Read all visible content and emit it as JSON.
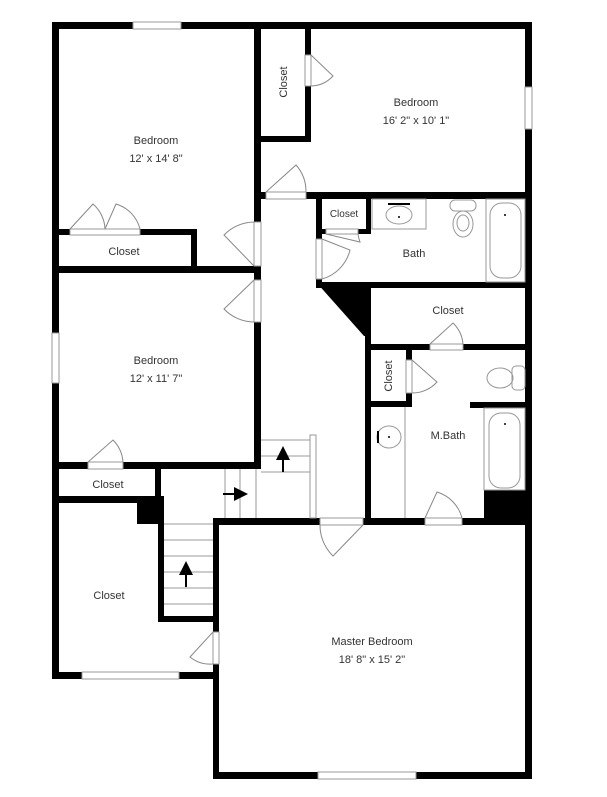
{
  "plan": {
    "type": "floor-plan",
    "background": "#ffffff",
    "wall_color": "#000000",
    "rooms": [
      {
        "id": "bedroom-1",
        "name": "Bedroom",
        "dims": "12' x 14' 8\""
      },
      {
        "id": "bedroom-2",
        "name": "Bedroom",
        "dims": "16' 2\" x 10' 1\""
      },
      {
        "id": "bedroom-3",
        "name": "Bedroom",
        "dims": "12' x 11' 7\""
      },
      {
        "id": "master-bedroom",
        "name": "Master Bedroom",
        "dims": "18' 8\" x 15' 2\""
      },
      {
        "id": "bath",
        "name": "Bath",
        "dims": ""
      },
      {
        "id": "master-bath",
        "name": "M.Bath",
        "dims": ""
      },
      {
        "id": "closet-top",
        "name": "Closet",
        "dims": ""
      },
      {
        "id": "closet-bed1",
        "name": "Closet",
        "dims": ""
      },
      {
        "id": "closet-bath",
        "name": "Closet",
        "dims": ""
      },
      {
        "id": "closet-hall",
        "name": "Closet",
        "dims": ""
      },
      {
        "id": "closet-mbath",
        "name": "Closet",
        "dims": ""
      },
      {
        "id": "closet-bed3",
        "name": "Closet",
        "dims": ""
      },
      {
        "id": "closet-large",
        "name": "Closet",
        "dims": ""
      }
    ],
    "stairs": {
      "arrows": [
        "up",
        "right",
        "up"
      ]
    }
  }
}
